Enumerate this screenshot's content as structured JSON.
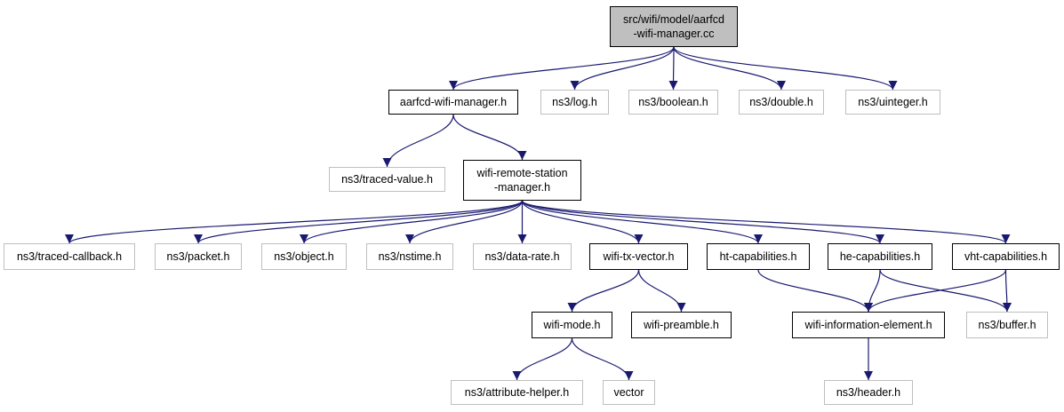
{
  "nodes": {
    "root": "src/wifi/model/aarfcd\n-wifi-manager.cc",
    "aarfcd_h": "aarfcd-wifi-manager.h",
    "log_h": "ns3/log.h",
    "boolean_h": "ns3/boolean.h",
    "double_h": "ns3/double.h",
    "uinteger_h": "ns3/uinteger.h",
    "traced_value_h": "ns3/traced-value.h",
    "wrsm_h": "wifi-remote-station\n-manager.h",
    "traced_callback_h": "ns3/traced-callback.h",
    "packet_h": "ns3/packet.h",
    "object_h": "ns3/object.h",
    "nstime_h": "ns3/nstime.h",
    "data_rate_h": "ns3/data-rate.h",
    "wifi_tx_vector_h": "wifi-tx-vector.h",
    "ht_cap_h": "ht-capabilities.h",
    "he_cap_h": "he-capabilities.h",
    "vht_cap_h": "vht-capabilities.h",
    "wifi_mode_h": "wifi-mode.h",
    "wifi_preamble_h": "wifi-preamble.h",
    "wifi_ie_h": "wifi-information-element.h",
    "buffer_h": "ns3/buffer.h",
    "attribute_helper_h": "ns3/attribute-helper.h",
    "vector": "vector",
    "header_h": "ns3/header.h"
  },
  "colors": {
    "edge": "#191970",
    "border_doc": "#000000",
    "border_ext": "#bfbfbf",
    "root_fill": "#bfbfbf"
  },
  "edges": [
    [
      "root",
      "aarfcd_h"
    ],
    [
      "root",
      "log_h"
    ],
    [
      "root",
      "boolean_h"
    ],
    [
      "root",
      "double_h"
    ],
    [
      "root",
      "uinteger_h"
    ],
    [
      "aarfcd_h",
      "traced_value_h"
    ],
    [
      "aarfcd_h",
      "wrsm_h"
    ],
    [
      "wrsm_h",
      "traced_callback_h"
    ],
    [
      "wrsm_h",
      "packet_h"
    ],
    [
      "wrsm_h",
      "object_h"
    ],
    [
      "wrsm_h",
      "nstime_h"
    ],
    [
      "wrsm_h",
      "data_rate_h"
    ],
    [
      "wrsm_h",
      "wifi_tx_vector_h"
    ],
    [
      "wrsm_h",
      "ht_cap_h"
    ],
    [
      "wrsm_h",
      "he_cap_h"
    ],
    [
      "wrsm_h",
      "vht_cap_h"
    ],
    [
      "wifi_tx_vector_h",
      "wifi_mode_h"
    ],
    [
      "wifi_tx_vector_h",
      "wifi_preamble_h"
    ],
    [
      "wifi_mode_h",
      "attribute_helper_h"
    ],
    [
      "wifi_mode_h",
      "vector"
    ],
    [
      "ht_cap_h",
      "wifi_ie_h"
    ],
    [
      "he_cap_h",
      "wifi_ie_h"
    ],
    [
      "he_cap_h",
      "buffer_h"
    ],
    [
      "vht_cap_h",
      "wifi_ie_h"
    ],
    [
      "vht_cap_h",
      "buffer_h"
    ],
    [
      "wifi_ie_h",
      "header_h"
    ]
  ]
}
